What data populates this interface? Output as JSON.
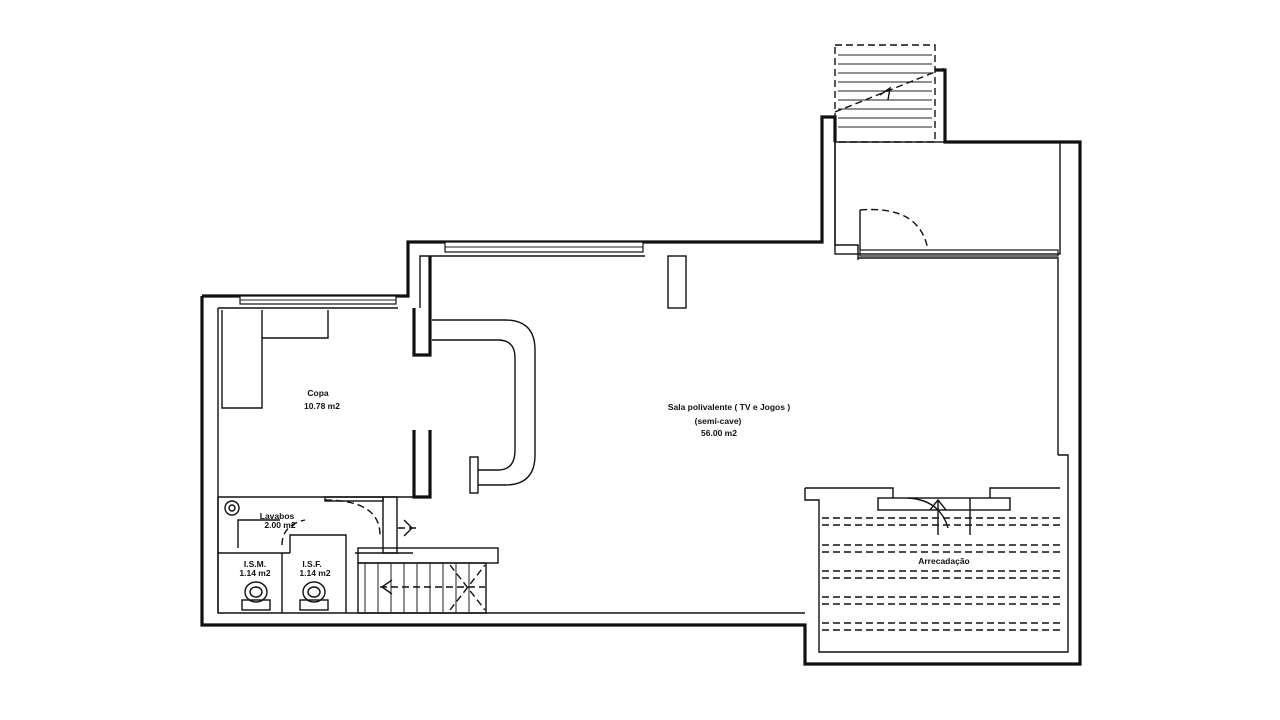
{
  "rooms": {
    "copa": {
      "name": "Copa",
      "area": "10.78 m2"
    },
    "sala": {
      "name": "Sala polivalente ( TV e Jogos )",
      "sub": "(semi-cave)",
      "area": "56.00 m2"
    },
    "lavabos": {
      "name": "Lavabos",
      "area": "2.00 m2"
    },
    "ism": {
      "name": "I.S.M.",
      "area": "1.14 m2"
    },
    "isf": {
      "name": "I.S.F.",
      "area": "1.14 m2"
    },
    "arrecadacao": {
      "name": "Arrecadação"
    }
  },
  "icons": [
    "toilet-icon",
    "washbasin-icon",
    "door-swing-icon",
    "stair-arrow-icon"
  ],
  "colors": {
    "line": "#111111",
    "background": "#ffffff"
  }
}
